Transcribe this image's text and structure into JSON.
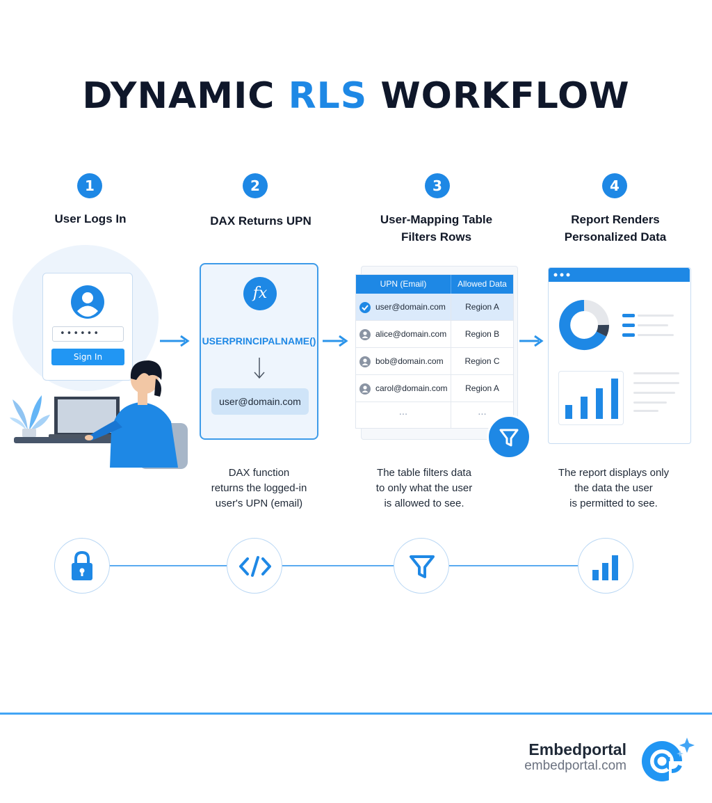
{
  "title": {
    "part1": "DYNAMIC ",
    "accent": "RLS",
    "part2": " WORKFLOW"
  },
  "steps": [
    {
      "num": "1",
      "title": "User Logs In"
    },
    {
      "num": "2",
      "title": "DAX Returns UPN"
    },
    {
      "num": "3",
      "title_line1": "User-Mapping Table",
      "title_line2": "Filters Rows"
    },
    {
      "num": "4",
      "title_line1": "Report Renders",
      "title_line2": "Personalized Data"
    }
  ],
  "login": {
    "password_mask": "••••••",
    "button": "Sign In"
  },
  "dax": {
    "function": "USERPRINCIPALNAME()",
    "result": "user@domain.com"
  },
  "mapping_table": {
    "headers": [
      "UPN (Email)",
      "Allowed Data"
    ],
    "rows": [
      {
        "upn": "user@domain.com",
        "region": "Region A",
        "status": "check"
      },
      {
        "upn": "alice@domain.com",
        "region": "Region B",
        "status": "user"
      },
      {
        "upn": "bob@domain.com",
        "region": "Region C",
        "status": "user"
      },
      {
        "upn": "carol@domain.com",
        "region": "Region A",
        "status": "user"
      }
    ],
    "more": "..."
  },
  "descriptions": {
    "step2": [
      "DAX function",
      "returns the logged-in",
      "user's UPN (email)"
    ],
    "step3": [
      "The table filters data",
      "to only what the user",
      "is allowed to see."
    ],
    "step4": [
      "The report displays only",
      "the data the user",
      "is permitted to see."
    ]
  },
  "bottom_icons": [
    "lock-icon",
    "code-icon",
    "filter-icon",
    "bar-chart-icon"
  ],
  "brand": {
    "name": "Embedportal",
    "url": "embedportal.com"
  },
  "colors": {
    "accent": "#1e88e5",
    "light": "#eef5fd",
    "dark": "#0f172a"
  }
}
